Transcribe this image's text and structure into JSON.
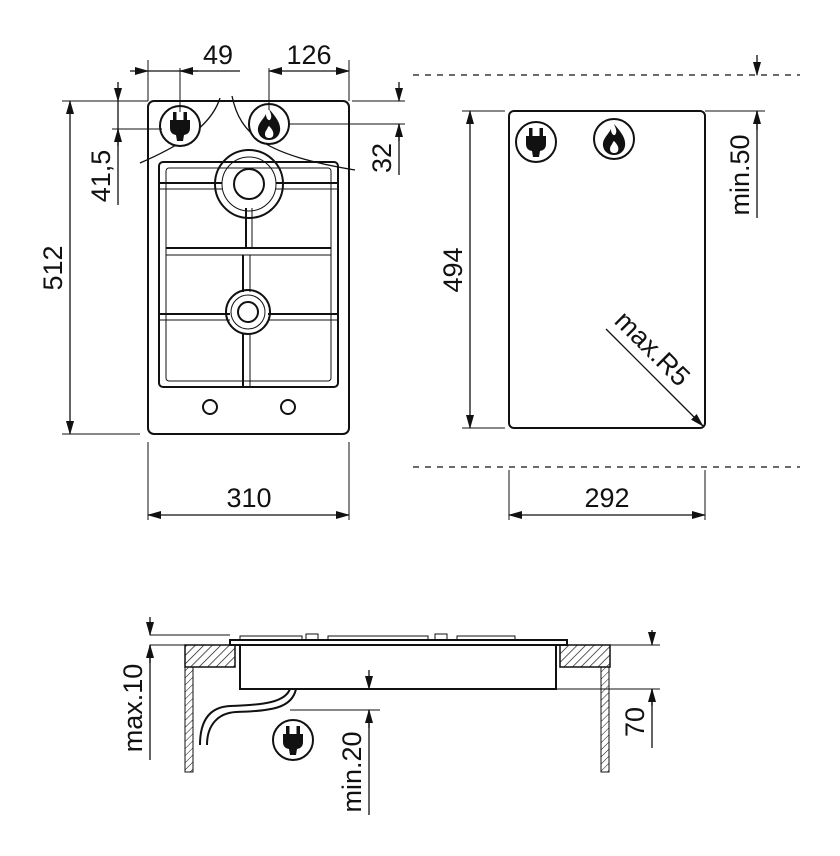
{
  "dimensions": {
    "width_hob": "310",
    "width_cutout": "292",
    "height_hob": "512",
    "height_cutout": "494",
    "offset_49": "49",
    "offset_126": "126",
    "offset_41_5": "41,5",
    "offset_32": "32",
    "min_50": "min.50",
    "max_r5": "max.R5",
    "max_10": "max.10",
    "min_20": "min.20",
    "depth_70": "70"
  },
  "icons": {
    "plug": "plug-icon",
    "flame": "flame-icon"
  }
}
